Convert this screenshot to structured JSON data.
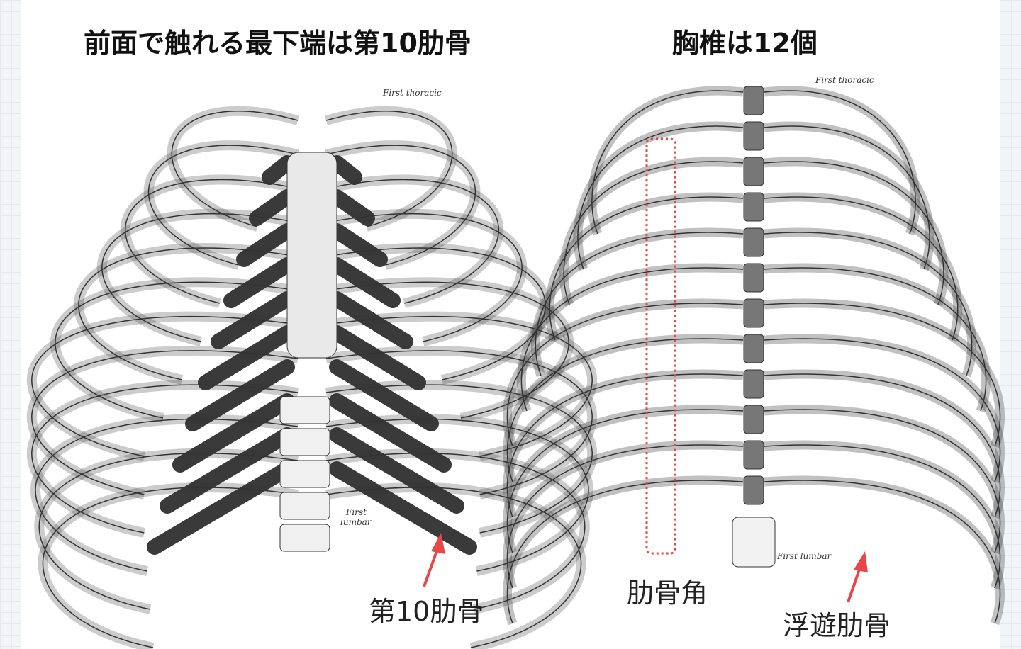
{
  "left_panel": {
    "title": "前面で触れる最下端は第10肋骨",
    "annotation_first_thoracic": "First thoracic",
    "annotation_first_lumbar_1": "First",
    "annotation_first_lumbar_2": "lumbar",
    "callout": "第10肋骨"
  },
  "right_panel": {
    "title": "胸椎は12個",
    "annotation_first_thoracic": "First thoracic",
    "annotation_first_lumbar": "First lumbar",
    "callout_angle": "肋骨角",
    "callout_floating": "浮遊肋骨"
  },
  "colors": {
    "arrow": "#e8474a",
    "bone_line": "#333333",
    "cartilage": "#3a3a3a"
  }
}
